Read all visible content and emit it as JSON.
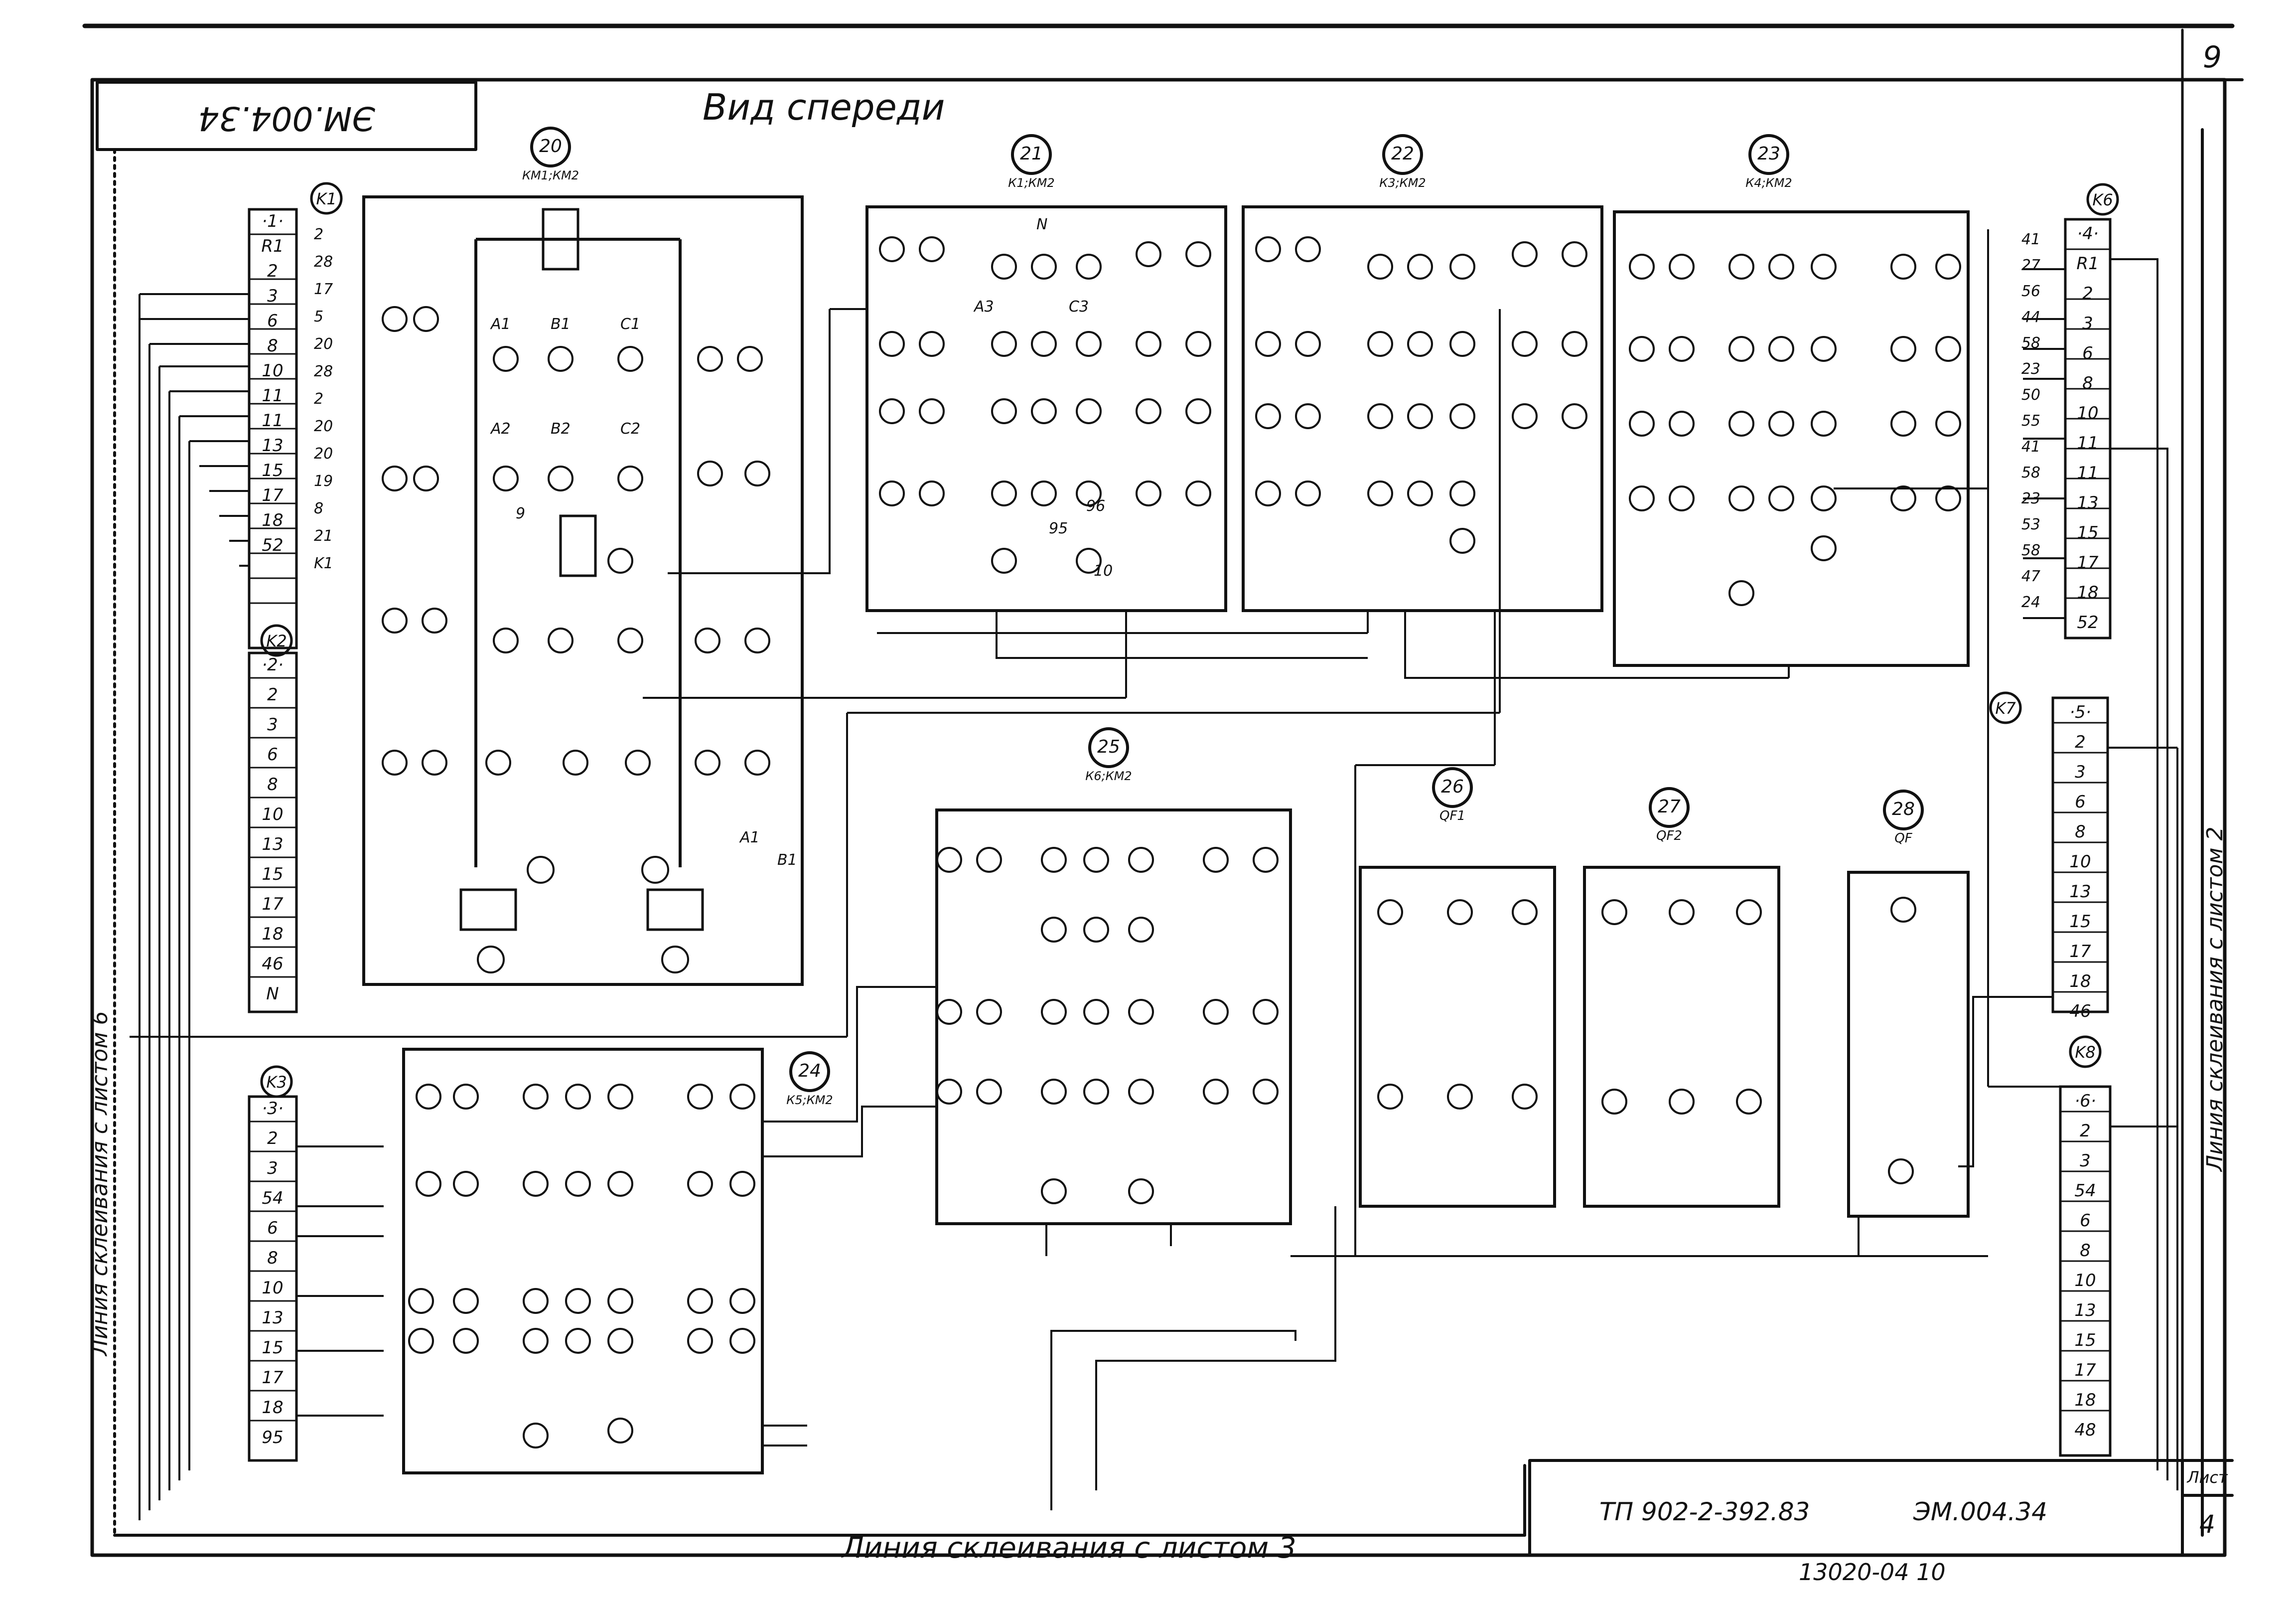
{
  "sheet": {
    "page_number": "9",
    "header_code_inverted": "ЭМ.004.34",
    "view_title": "Вид спереди",
    "bottom_line_label": "Линия склеивания с листом 3",
    "left_line_label": "Линия склеивания с листом 6",
    "right_line_label": "Линия склеивания с листом 2",
    "stamp_project": "ТП 902-2-392.83",
    "stamp_code": "ЭМ.004.34",
    "stamp_sheet_label": "Лист",
    "stamp_sheet_number": "4",
    "archive_number": "13020-04 10"
  },
  "devices": [
    {
      "id": "20",
      "sub": "КМ1;КМ2"
    },
    {
      "id": "21",
      "sub": "К1;КМ2"
    },
    {
      "id": "22",
      "sub": "К3;КМ2"
    },
    {
      "id": "23",
      "sub": "К4;КМ2"
    },
    {
      "id": "25",
      "sub": "К6;КМ2"
    },
    {
      "id": "24",
      "sub": "К5;КМ2"
    },
    {
      "id": "26",
      "sub": "QF1"
    },
    {
      "id": "27",
      "sub": "QF2"
    },
    {
      "id": "28",
      "sub": "QF"
    }
  ],
  "terminal_blocks": [
    {
      "id": "K1",
      "head": "·1·",
      "rows": [
        "R1",
        "2",
        "3",
        "6",
        "8",
        "10",
        "11",
        "11",
        "13",
        "15",
        "17",
        "18",
        "52"
      ]
    },
    {
      "id": "K2",
      "head": "·2·",
      "rows": [
        "2",
        "3",
        "6",
        "8",
        "10",
        "13",
        "15",
        "17",
        "18",
        "46",
        "N"
      ]
    },
    {
      "id": "K3",
      "head": "·3·",
      "rows": [
        "2",
        "3",
        "54",
        "6",
        "8",
        "10",
        "13",
        "15",
        "17",
        "18",
        "95"
      ]
    },
    {
      "id": "K6",
      "head": "·4·",
      "rows": [
        "R1",
        "2",
        "3",
        "6",
        "8",
        "10",
        "11",
        "11",
        "13",
        "15",
        "17",
        "18",
        "52"
      ]
    },
    {
      "id": "K7",
      "head": "·5·",
      "rows": [
        "2",
        "3",
        "6",
        "8",
        "10",
        "13",
        "15",
        "17",
        "18",
        "46"
      ]
    },
    {
      "id": "K8",
      "head": "·6·",
      "rows": [
        "2",
        "3",
        "54",
        "6",
        "8",
        "10",
        "13",
        "15",
        "17",
        "18",
        "48"
      ]
    }
  ],
  "wire_labels_left_k1": [
    "2",
    "28",
    "17",
    "5",
    "20",
    "28",
    "2",
    "20",
    "20",
    "19",
    "8",
    "21",
    "K1"
  ],
  "wire_labels_right_k6": [
    "41",
    "27",
    "56",
    "44",
    "58",
    "23",
    "50",
    "55",
    "41",
    "58",
    "23",
    "53",
    "58",
    "47",
    "24"
  ],
  "contact_labels": [
    "А1",
    "В1",
    "С1",
    "А2",
    "В2",
    "С2",
    "А3",
    "С3",
    "N",
    "95",
    "96",
    "10",
    "9"
  ]
}
